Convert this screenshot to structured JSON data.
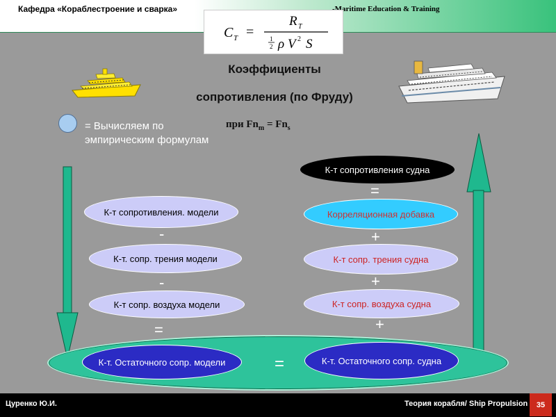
{
  "header": {
    "title": "Кафедра «Кораблестроение и сварка»",
    "right_text": "-Maritime Education & Training"
  },
  "formula": {
    "lhs": "C",
    "lhs_sub": "T",
    "numerator": "R",
    "numerator_sub": "T",
    "frac_num": "1",
    "frac_den": "2",
    "rho": "ρ",
    "v": "V",
    "v_exp": "2",
    "s": "S"
  },
  "heading": {
    "line1": "Коэффициенты",
    "line2": "сопротивления (по Фруду)"
  },
  "legend": {
    "line1": "= Вычисляем по",
    "line2": "эмпирическим  формулам"
  },
  "condition": {
    "prefix": "при  Fn",
    "sub_m": "m",
    "eq": " = Fn",
    "sub_s": "s"
  },
  "model": {
    "total": "К-т сопротивления. модели",
    "friction": "К-т. сопр. трения модели",
    "air": "К-т  сопр. воздуха модели",
    "residual": "К-т. Остаточного сопр. модели"
  },
  "ship": {
    "total": "К-т сопротивления судна",
    "correlation": "Корреляционная добавка",
    "friction": "К-т сопр. трения судна",
    "air": "К-т  сопр. воздуха судна",
    "residual": "К-т. Остаточного сопр. судна"
  },
  "symbols": {
    "minus1": "-",
    "minus2": "-",
    "eq_model": "=",
    "eq_ship": "=",
    "plus1": "+",
    "plus2": "+",
    "plus3": "+",
    "eq_center": "="
  },
  "footer": {
    "author": "Цуренко Ю.И.",
    "course": "Теория корабля/ Ship Propulsion",
    "page": "35"
  },
  "colors": {
    "background": "#9a9a9a",
    "arrow_green": "#1fb88e",
    "residual_ellipse": "#2ec39b",
    "dark_oval": "#2b2bc4",
    "cyan_oval": "#33ccff",
    "page_badge": "#cc2a1c"
  }
}
